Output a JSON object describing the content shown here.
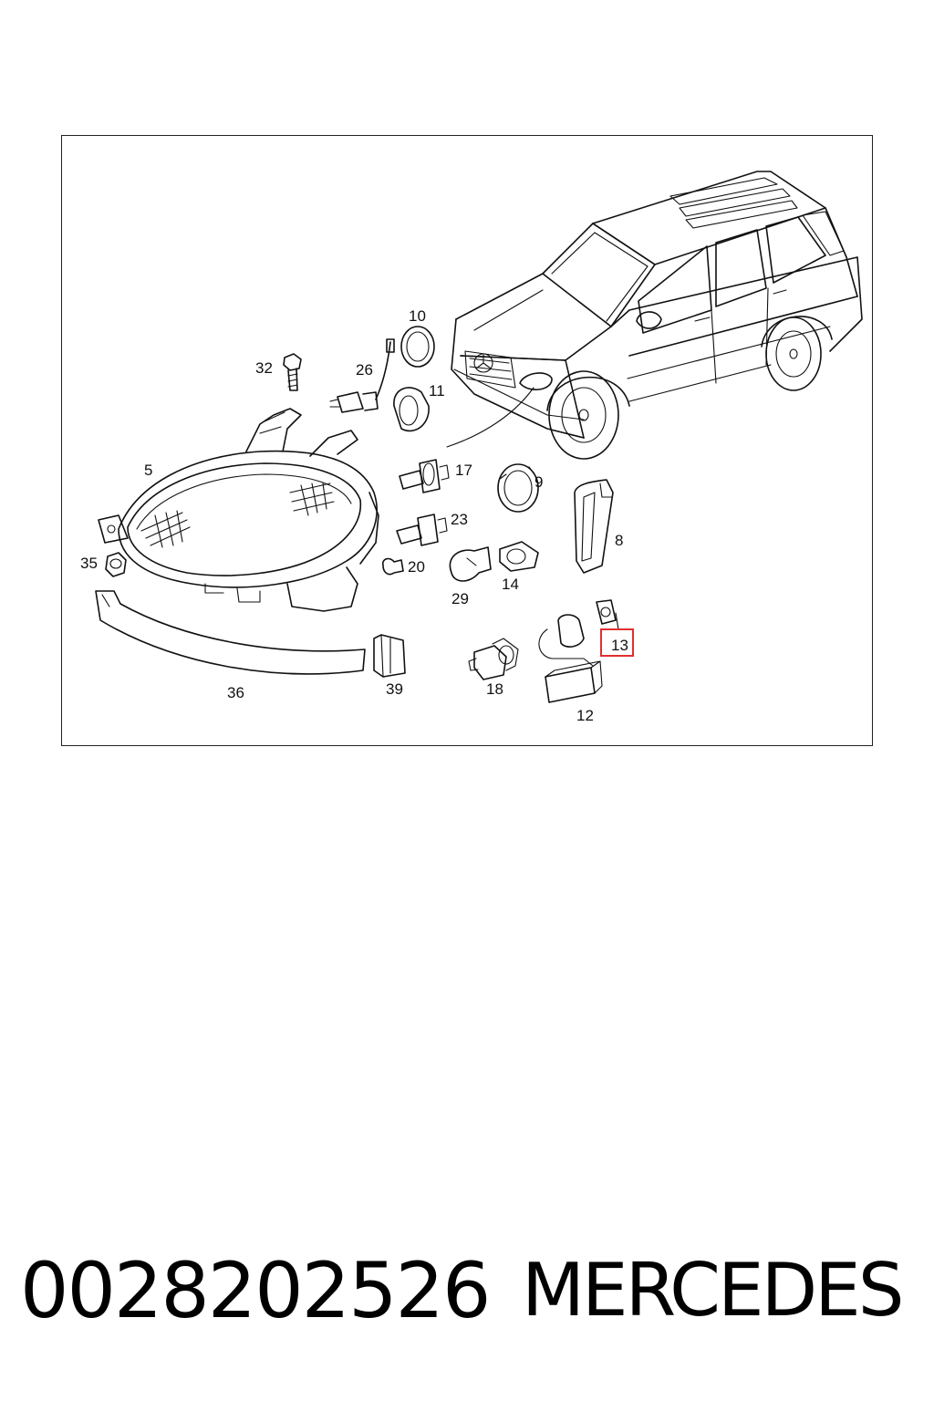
{
  "diagram": {
    "callouts": {
      "c5": "5",
      "c8": "8",
      "c9": "9",
      "c10": "10",
      "c11": "11",
      "c12": "12",
      "c13": "13",
      "c14": "14",
      "c17": "17",
      "c18": "18",
      "c20": "20",
      "c23": "23",
      "c26": "26",
      "c29": "29",
      "c32": "32",
      "c35": "35",
      "c36": "36",
      "c39": "39"
    },
    "highlight_color": "#e03030"
  },
  "footer": {
    "part_number": "0028202526",
    "brand": "MERCEDES"
  }
}
